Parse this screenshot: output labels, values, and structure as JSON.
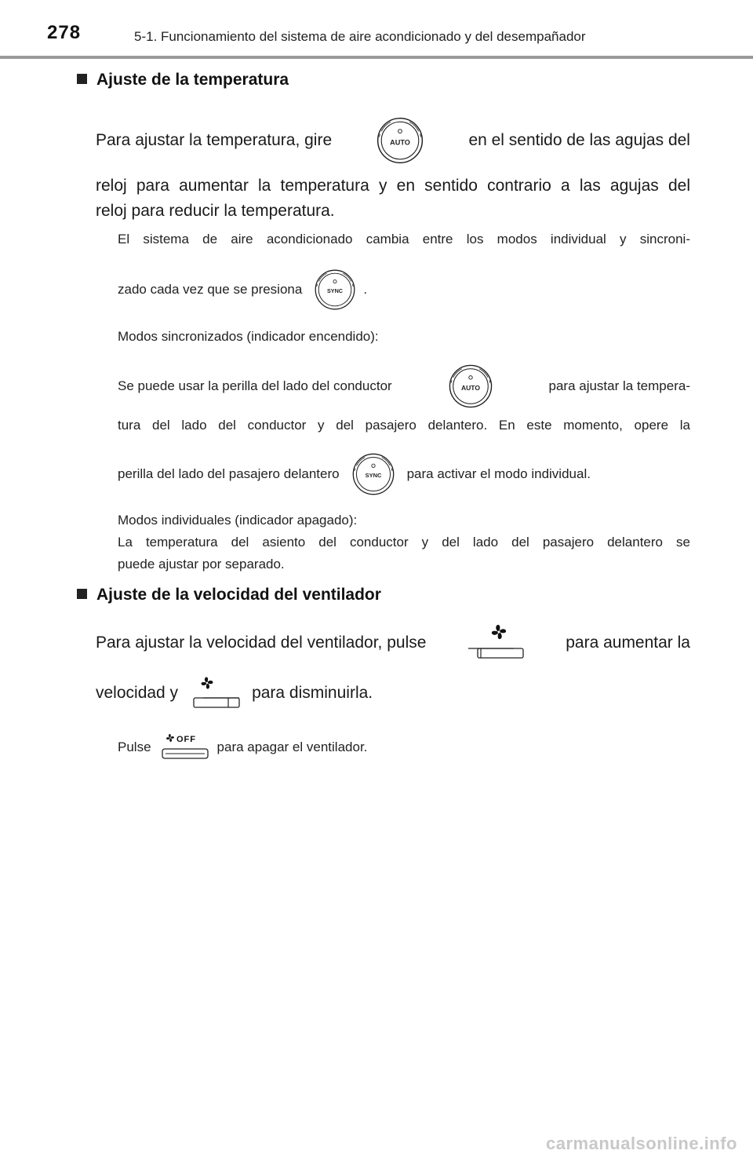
{
  "header": {
    "page_number": "278",
    "chapter": "5-1. Funcionamiento del sistema de aire acondicionado y del desempañador"
  },
  "icons": {
    "auto_knob_label": "AUTO",
    "sync_knob_label": "SYNC",
    "fan_off_label": "OFF"
  },
  "temperature": {
    "title": "Ajuste de la temperatura",
    "line1_a": "Para ajustar la temperatura, gire",
    "line1_b": "en el sentido de las agujas del",
    "line2": "reloj para aumentar la temperatura y en sentido contrario a las agujas del",
    "line3": "reloj para reducir la temperatura.",
    "note1": "El sistema de aire acondicionado cambia entre los modos individual y sincroni-",
    "note2_a": "zado cada vez que se presiona",
    "note2_b": ".",
    "sync_heading": "Modos sincronizados (indicador encendido):",
    "sync1_a": "Se puede usar la perilla del lado del conductor",
    "sync1_b": "para ajustar la tempera-",
    "sync2": "tura del lado del conductor y del pasajero delantero. En este momento, opere la",
    "sync3_a": "perilla del lado del pasajero delantero",
    "sync3_b": "para activar el modo individual.",
    "indiv_heading": "Modos individuales (indicador apagado):",
    "indiv1": "La temperatura del asiento del conductor y del lado del pasajero delantero se",
    "indiv2": "puede ajustar por separado."
  },
  "fan": {
    "title": "Ajuste de la velocidad del ventilador",
    "line1_a": "Para ajustar la velocidad del ventilador, pulse",
    "line1_b": "para aumentar la",
    "line2_a": "velocidad y",
    "line2_b": "para disminuirla.",
    "note_a": "Pulse",
    "note_b": "para apagar el ventilador."
  },
  "watermark": "carmanualsonline.info"
}
